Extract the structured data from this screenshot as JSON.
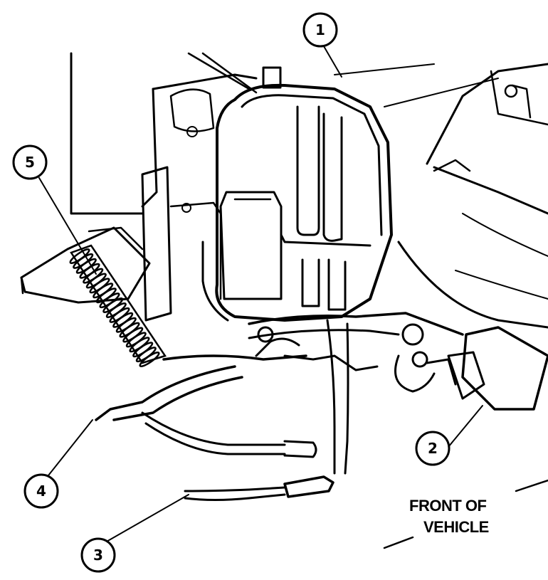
{
  "diagram": {
    "callouts": [
      "1",
      "2",
      "3",
      "4",
      "5"
    ],
    "direction_label": {
      "line1": "FRONT OF",
      "line2": "VEHICLE"
    }
  }
}
